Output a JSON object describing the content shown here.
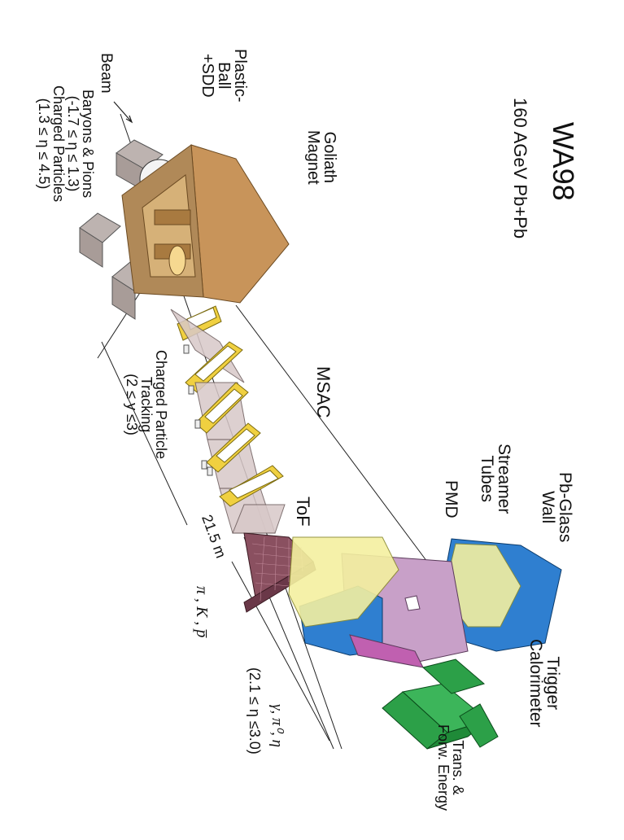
{
  "title": "WA98",
  "subtitle": "160 AGeV Pb+Pb",
  "labels": {
    "plastic_ball": [
      "Plastic-",
      "Ball",
      "+SDD"
    ],
    "beam": "Beam",
    "baryons": [
      "Baryons & Pions",
      "(-1.7 ≤ η ≤ 1.3)",
      "Charged Particles",
      "(1.3 ≤ η ≤ 4.5)"
    ],
    "goliath": [
      "Goliath",
      "Magnet"
    ],
    "msac": "MSAC",
    "tracking": [
      "Charged Particle",
      "Tracking",
      "(2 ≤ y ≤3)"
    ],
    "distance": "21.5 m",
    "tof": "ToF",
    "pion_kaon": "π , K , p̅",
    "streamer": [
      "Streamer",
      "Tubes"
    ],
    "pbglass": [
      "Pb-Glass",
      "Wall"
    ],
    "pmd": "PMD",
    "trigger": [
      "Trigger",
      "Calorimeter"
    ],
    "gamma": "γ, π⁰, η",
    "eta_range": "(2.1 ≤ η ≤3.0)",
    "trans": [
      "Trans. &",
      "Forw. Energy"
    ]
  },
  "colors": {
    "magnet": "#c8945a",
    "magnet_dark": "#a87a40",
    "yoke": "#b08958",
    "plastic_ball_blocks": "#a89c98",
    "msac_frame": "#f0d040",
    "plane": "#d8c8c8",
    "tof": "#8a5060",
    "pmd": "#c8a0c8",
    "pbglass": "#2f7fd0",
    "streamer": "#f4f0a0",
    "calorimeter": "#2ca048",
    "line": "#222222"
  }
}
